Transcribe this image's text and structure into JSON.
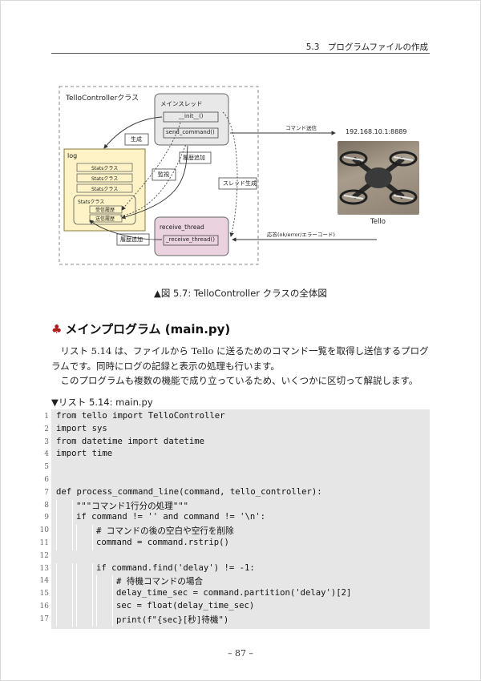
{
  "header": {
    "section": "5.3　プログラムファイルの作成"
  },
  "diagram": {
    "class_label": "TelloControllerクラス",
    "main_thread_label": "メインスレッド",
    "init_method": "__init__()",
    "send_command_method": "send_command()",
    "generate_label": "生成",
    "history_add_label": "履歴追加",
    "monitor_label": "監視",
    "thread_create_label": "スレッド生成",
    "log_label": "log",
    "stats_items": [
      "Statsクラス",
      "Statsクラス",
      "Statsクラス"
    ],
    "stats_class_label": "Statsクラス",
    "receive_history_label": "受信履歴",
    "send_history_label": "送信履歴",
    "receive_thread_label": "receive_thread",
    "receive_method": "_receive_thread()",
    "history_add_label2": "履歴追加",
    "command_send_label": "コマンド送信",
    "response_label": "応答(ok/error/エラーコード)",
    "ip_label": "192.168.10.1:8889",
    "drone_label": "Tello"
  },
  "figure": {
    "caption": "▲図 5.7:  TelloController クラスの全体図"
  },
  "section": {
    "icon": "♣",
    "title": "メインプログラム (main.py)"
  },
  "paragraphs": {
    "p1": "　リスト 5.14 は、ファイルから Tello に送るためのコマンド一覧を取得し送信するプログラムです。同時にログの記録と表示の処理も行います。",
    "p2": "　このプログラムも複数の機能で成り立っているため、いくつかに区切って解説します。"
  },
  "listing": {
    "caption": "▼リスト 5.14: main.py",
    "lines": [
      {
        "no": "1",
        "code": "from tello import TelloController",
        "indent": 0
      },
      {
        "no": "2",
        "code": "import sys",
        "indent": 0
      },
      {
        "no": "3",
        "code": "from datetime import datetime",
        "indent": 0
      },
      {
        "no": "4",
        "code": "import time",
        "indent": 0
      },
      {
        "no": "5",
        "code": "",
        "indent": 0
      },
      {
        "no": "6",
        "code": "",
        "indent": 0
      },
      {
        "no": "7",
        "code": "def process_command_line(command, tello_controller):",
        "indent": 0
      },
      {
        "no": "8",
        "code": "\"\"\"コマンド1行分の処理\"\"\"",
        "indent": 1
      },
      {
        "no": "9",
        "code": "if command != '' and command != '\\n':",
        "indent": 1
      },
      {
        "no": "10",
        "code": "# コマンドの後の空白や空行を削除",
        "indent": 2
      },
      {
        "no": "11",
        "code": "command = command.rstrip()",
        "indent": 2
      },
      {
        "no": "12",
        "code": "",
        "indent": 0
      },
      {
        "no": "13",
        "code": "if command.find('delay') != -1:",
        "indent": 2
      },
      {
        "no": "14",
        "code": "# 待機コマンドの場合",
        "indent": 3
      },
      {
        "no": "15",
        "code": "delay_time_sec = command.partition('delay')[2]",
        "indent": 3
      },
      {
        "no": "16",
        "code": "sec = float(delay_time_sec)",
        "indent": 3
      },
      {
        "no": "17",
        "code": "print(f\"{sec}[秒]待機\")",
        "indent": 3
      }
    ]
  },
  "footer": {
    "page_number": "– 87 –"
  }
}
